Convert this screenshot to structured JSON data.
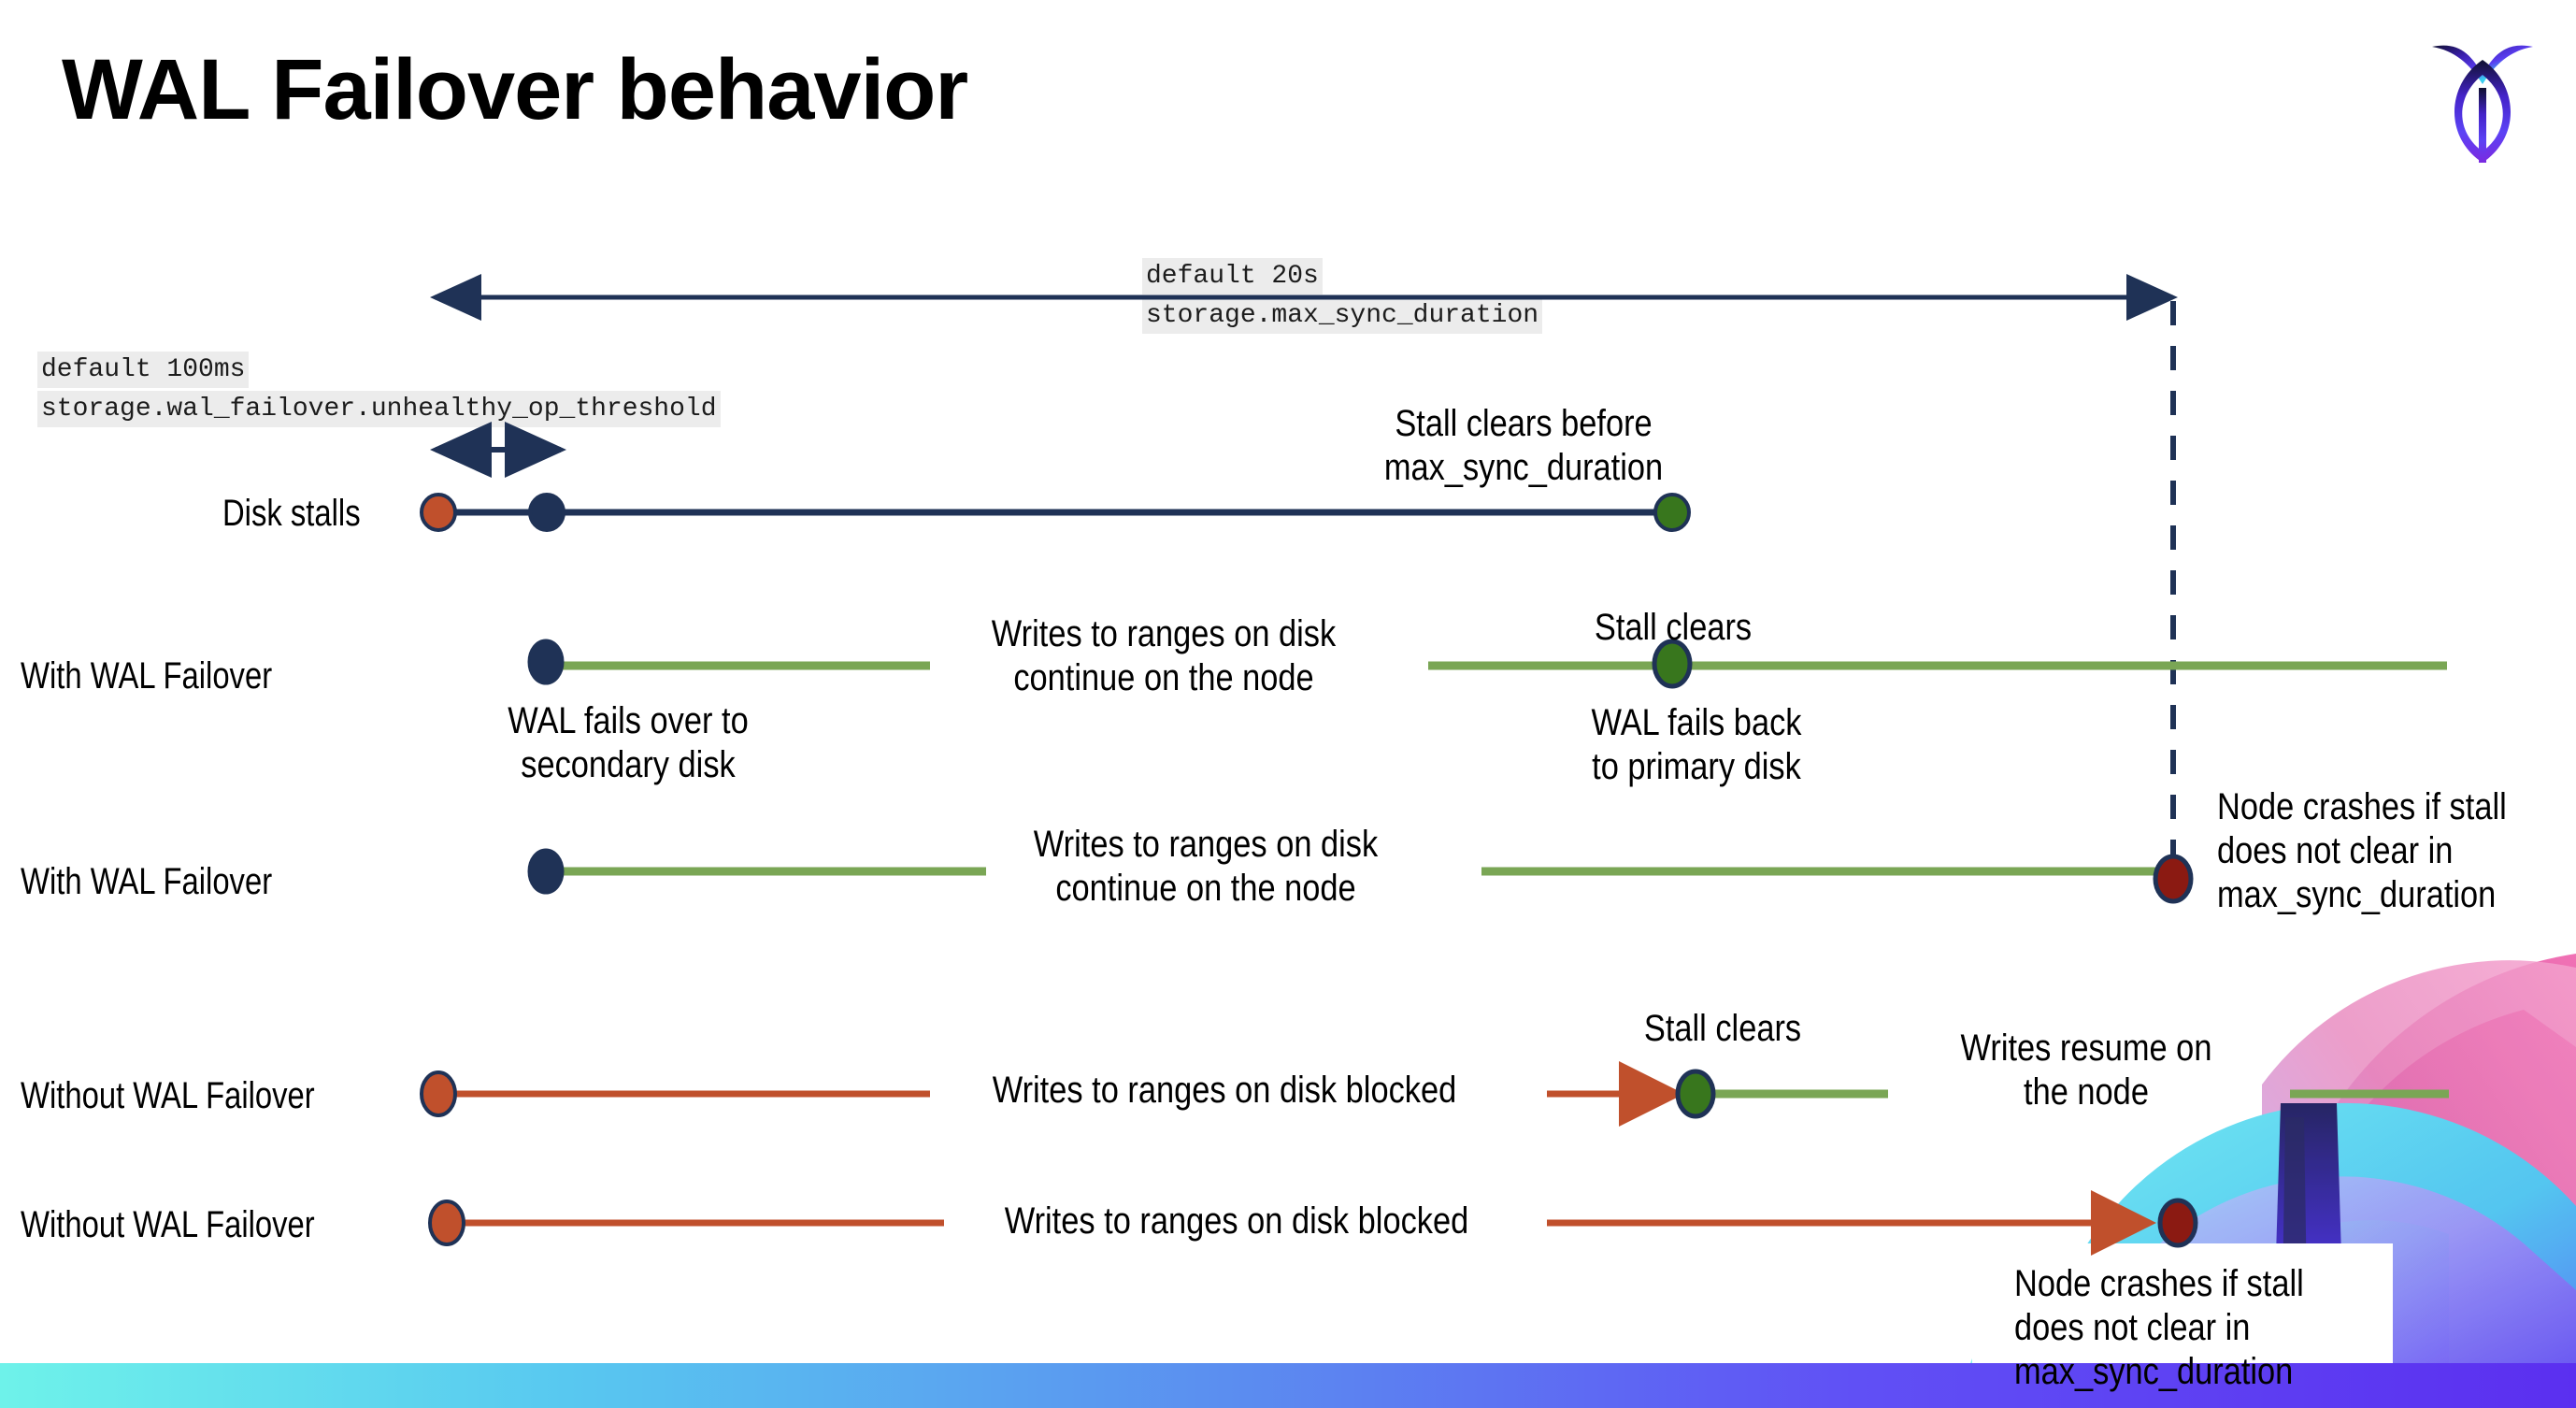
{
  "slide": {
    "title": "WAL Failover behavior",
    "logo_name": "cockroachdb-logo",
    "background": "#ffffff",
    "accent_bar_colors": [
      "#6ef2ea",
      "#58c8f0",
      "#5b8df0",
      "#6050f5",
      "#5b2ff0"
    ]
  },
  "colors": {
    "navy": "#1f3256",
    "green_line": "#7aa655",
    "green_dot": "#38761d",
    "orange": "#c0502c",
    "dark_red": "#8b1a12",
    "code_bg": "#ececec",
    "text": "#000000"
  },
  "settings": {
    "max_sync_duration": {
      "default_label": "default 20s",
      "setting_name": "storage.max_sync_duration"
    },
    "unhealthy_op_threshold": {
      "default_label": "default 100ms",
      "setting_name": "storage.wal_failover.unhealthy_op_threshold"
    }
  },
  "rows": [
    {
      "id": "disk-stalls",
      "label": "Disk stalls",
      "annotations": [
        {
          "id": "stall-clears-before",
          "text": "Stall clears before\nmax_sync_duration"
        }
      ],
      "markers": [
        {
          "kind": "dot",
          "color": "#c0502c",
          "name": "stall-start-dot"
        },
        {
          "kind": "dot",
          "color": "#1f3256",
          "name": "failover-trigger-dot"
        },
        {
          "kind": "dot",
          "color": "#38761d",
          "name": "stall-clears-dot"
        }
      ]
    },
    {
      "id": "with-wal-failover-clears",
      "label": "With WAL Failover",
      "annotations": [
        {
          "id": "writes-continue",
          "text": "Writes to ranges on disk\ncontinue on the node"
        },
        {
          "id": "stall-clears",
          "text": "Stall clears"
        },
        {
          "id": "wal-fails-over",
          "text": "WAL fails over to\nsecondary disk"
        },
        {
          "id": "wal-fails-back",
          "text": "WAL fails  back\nto primary disk"
        }
      ]
    },
    {
      "id": "with-wal-failover-crash",
      "label": "With WAL Failover",
      "annotations": [
        {
          "id": "writes-continue-2",
          "text": "Writes to ranges on disk\ncontinue on the node"
        },
        {
          "id": "node-crashes-1",
          "text": "Node crashes if stall\ndoes not clear in\nmax_sync_duration"
        }
      ]
    },
    {
      "id": "without-wal-failover-clears",
      "label": "Without WAL Failover",
      "annotations": [
        {
          "id": "writes-blocked",
          "text": "Writes to ranges on disk  blocked"
        },
        {
          "id": "stall-clears-2",
          "text": "Stall clears"
        },
        {
          "id": "writes-resume",
          "text": "Writes resume on\nthe node"
        }
      ]
    },
    {
      "id": "without-wal-failover-crash",
      "label": "Without WAL Failover",
      "annotations": [
        {
          "id": "writes-blocked-2",
          "text": "Writes to ranges on disk  blocked"
        },
        {
          "id": "node-crashes-2",
          "text": "Node crashes if stall\ndoes not clear in\nmax_sync_duration"
        }
      ]
    }
  ],
  "annotation_texts": {
    "stall_clears_before": "Stall clears before\nmax_sync_duration",
    "writes_continue_1": "Writes to ranges on disk\ncontinue on the node",
    "writes_continue_2": "Writes to ranges on disk\ncontinue on the node",
    "stall_clears_1": "Stall clears",
    "stall_clears_2": "Stall clears",
    "wal_fails_over": "WAL fails over to\nsecondary disk",
    "wal_fails_back": "WAL fails  back\nto primary disk",
    "node_crashes_1": "Node crashes if stall\ndoes not clear in\nmax_sync_duration",
    "node_crashes_2": "Node crashes if stall\ndoes not clear in\nmax_sync_duration",
    "writes_blocked_1": "Writes to ranges on disk  blocked",
    "writes_blocked_2": "Writes to ranges on disk  blocked",
    "writes_resume": "Writes resume on\nthe node"
  },
  "row_labels": {
    "disk_stalls": "Disk stalls",
    "with_wal_1": "With WAL Failover",
    "with_wal_2": "With WAL Failover",
    "without_wal_1": "Without WAL Failover",
    "without_wal_2": "Without WAL Failover"
  }
}
